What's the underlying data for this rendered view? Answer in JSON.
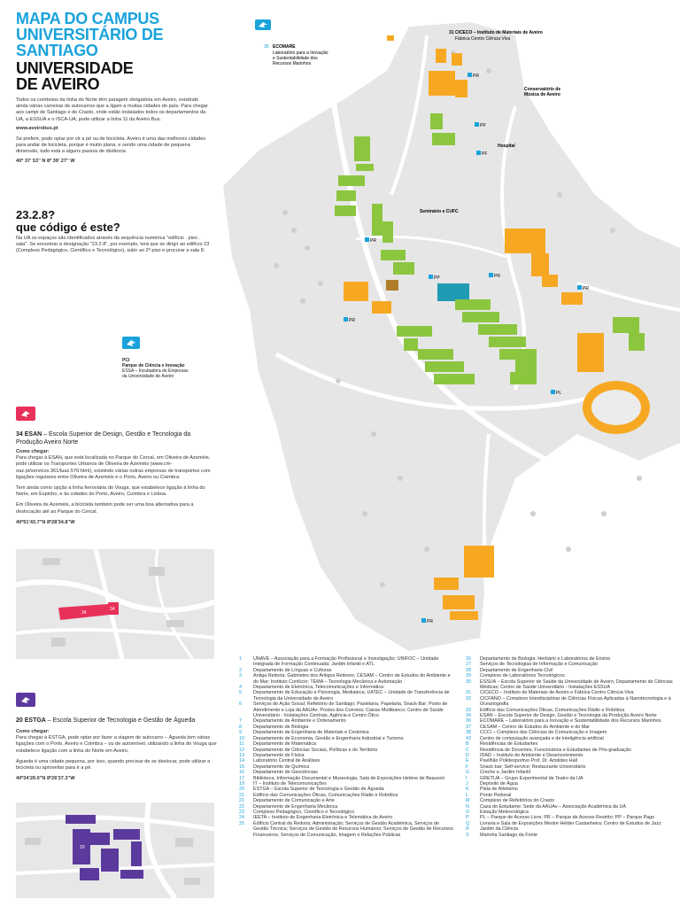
{
  "header": {
    "title_line1": "MAPA DO CAMPUS",
    "title_line2": "UNIVERSITÁRIO DE",
    "title_line3": "SANTIAGO",
    "title_line4": "UNIVERSIDADE",
    "title_line5": "DE AVEIRO"
  },
  "intro": {
    "p1": "Todos os comboios da linha do Norte têm paragem obrigatória em Aveiro, existindo ainda várias carreiras de autocarros que a ligam a muitas cidades do país. Para chegar aos campi de Santiago e do Crasto, onde estão instalados todos os departamentos da UA, a ESSUA e o ISCA-UA, pode utilizar a linha 11 da Aveiro Bus.",
    "link": "www.aveirobus.pt",
    "p2": "Se preferir, pode optar por vir a pé ou de bicicleta. Aveiro é uma das melhores cidades para andar de bicicleta, porque é muito plana, e sendo uma cidade de pequena dimensão, tudo está a alguns passos de distância.",
    "coords": "40º 37' 53'' N 8º 39' 27'' W"
  },
  "code": {
    "title_line1": "23.2.8?",
    "title_line2": "que código é este?",
    "text": "Na UA os espaços são identificados através da sequência numérica \"edifício . piso . sala\". Se encontrar a designação \"23.2.8\", por exemplo, terá que se dirigir ao edifício 23 (Complexo Pedagógico, Científico e Tecnológico), subir ao 2º piso e procurar a sala 8."
  },
  "esan": {
    "heading_num": "34 ESAN",
    "heading_text": " – Escola Superior de Design, Gestão e Tecnologia da Produção Aveiro Norte",
    "how_title": "Como chegar:",
    "p1": "Para chegar à ESAN, que está localizada no Parque do Cercal, em Oliveira de Azeméis, pode utilizar os Transportes Urbanos de Oliveira de Azeméis (www.cm-oaz.pt/servicos.361/tuaz.570.html), existindo várias outras empresas de transportes com ligações regulares entre Oliveira de Azeméis e o Porto, Aveiro ou Coimbra.",
    "p2": "Tem ainda como opção a linha ferroviária do Vouga, que estabelece ligação à linha do Norte, em Espinho, e às cidades do Porto, Aveiro, Coimbra e Lisboa.",
    "p3": "Em Oliveira de Azeméis, a bicicleta também pode ser uma boa alternativa para a deslocação até ao Parque do Cercal.",
    "coords": "40º51'43.7\"N 8º28'34.8\"W",
    "map_labels": [
      "34",
      "34"
    ]
  },
  "estga": {
    "heading_num": "20 ESTGA",
    "heading_text": " – Escola Superior de Tecnologia e Gestão de Águeda",
    "how_title": "Como chegar:",
    "p1": "Para chegar à ESTGA, pode optar por fazer a viagem de autocarro – Águeda tem várias ligações com o Porto, Aveiro e Coimbra – ou de automóvel, utilizando a linha do Vouga que estabelece ligação com a linha do Norte em Aveiro.",
    "p2": "Águeda é uma cidade pequena, por isso, quando precisar de se deslocar, pode utilizar a bicicleta ou aproveitar para ir a pé.",
    "coords": "40º34'29.0\"N 8º26'37.3\"W",
    "map_label": "20"
  },
  "map_labels": {
    "cicfano": "31  CICECO – Instituto de Materiais de Aveiro",
    "cicfano2": "Fábrica Centro Ciência Viva",
    "ecomare_num": "36",
    "ecomare": "ECOMARE",
    "ecomare_sub1": "Laboratório para a Inovação",
    "ecomare_sub2": "e Sustentabilidade dos",
    "ecomare_sub3": "Recursos Marinhos",
    "conservatorio1": "Conservatório de",
    "conservatorio2": "Música de Aveiro",
    "hospital": "Hospital",
    "seminario": "Seminário e CUFC",
    "pci": "PCI",
    "pci_sub1": "Parque de Ciência e Inovação",
    "pci_sub2": "ESSA – Incubadora de Empresas",
    "pci_sub3": "da Universidade de Aveiro",
    "pr": "PR",
    "pp": "PP",
    "pf": "PF",
    "pl": "PL"
  },
  "legend_left": [
    {
      "n": "1",
      "t": "UNAVE – Associação para a Formação Profissional e Investigação; UNIFOC – Unidade Integrada de Formação Continuada; Jardim Infantil e ATL"
    },
    {
      "n": "2",
      "t": "Departamento de Línguas e Culturas"
    },
    {
      "n": "3",
      "t": "Antiga Reitoria: Gabinetes dos Antigos Reitores; CESAM – Centro de Estudos do Ambiente e do Mar; Instituto Confúcio; TEMA – Tecnologia Mecânica e Automação"
    },
    {
      "n": "4",
      "t": "Departamento de Eletrónica, Telecomunicações e Informática"
    },
    {
      "n": "5",
      "t": "Departamento de Educação e Psicologia, Mediateca; UATEC – Unidade de Transferência de Tecnologia da Universidade de Aveiro"
    },
    {
      "n": "6",
      "t": "Serviços de Ação Social; Refeitório de Santiago; Pastelaria, Papelaria, Snack-Bar; Posto de Atendimento e Loja da AAUAv; Postos dos Correios; Caixas Multibanco; Centro de Saúde Universitário - Instalações Centrais, Agência e Centro Ótico"
    },
    {
      "n": "7",
      "t": "Departamento de Ambiente e Ordenamento"
    },
    {
      "n": "8",
      "t": "Departamento de Biologia"
    },
    {
      "n": "9",
      "t": "Departamento de Engenharia de Materiais e Cerâmica"
    },
    {
      "n": "10",
      "t": "Departamento de Economia, Gestão e Engenharia Industrial e Turismo"
    },
    {
      "n": "11",
      "t": "Departamento de Matemática"
    },
    {
      "n": "12",
      "t": "Departamento de Ciências Sociais, Políticas e do Território"
    },
    {
      "n": "13",
      "t": "Departamento de Física"
    },
    {
      "n": "14",
      "t": "Laboratório Central de Análises"
    },
    {
      "n": "15",
      "t": "Departamento de Química"
    },
    {
      "n": "16",
      "t": "Departamento de Geociências"
    },
    {
      "n": "17",
      "t": "Biblioteca, Informação Documental e Museologia, Sala de Exposições Helène de Beauvoir"
    },
    {
      "n": "19",
      "t": "IT – Instituto de Telecomunicações"
    },
    {
      "n": "20",
      "t": "ESTGA – Escola Superior de Tecnologia e Gestão de Águeda"
    },
    {
      "n": "21",
      "t": "Edifício das Comunicações Óticas, Comunicações Rádio e Robótica"
    },
    {
      "n": "21",
      "t": "Departamento de Comunicação e Arte"
    },
    {
      "n": "22",
      "t": "Departamento de Engenharia Mecânica"
    },
    {
      "n": "23",
      "t": "Complexo Pedagógico, Científico e Tecnológico"
    },
    {
      "n": "24",
      "t": "IEETA – Instituto de Engenharia Eletrónica e Telemática de Aveiro"
    },
    {
      "n": "25",
      "t": "Edifício Central da Reitoria; Administração; Serviços de Gestão Académica, Serviços de Gestão Técnica; Serviços de Gestão de Recursos Humanos; Serviços de Gestão de Recursos Financeiros; Serviços de Comunicação, Imagem e Relações Públicas"
    }
  ],
  "legend_right": [
    {
      "n": "26",
      "t": "Departamento de Biologia: Herbário e Laboratórios de Ensino"
    },
    {
      "n": "27",
      "t": "Serviços de Tecnologias de Informação e Comunicação"
    },
    {
      "n": "28",
      "t": "Departamento de Engenharia Civil"
    },
    {
      "n": "29",
      "t": "Complexo de Laboratórios Tecnológicos"
    },
    {
      "n": "30",
      "t": "ESSUA – Escola Superior de Saúde da Universidade de Aveiro; Departamento de Ciências Médicas; Centro de Saúde Universitário - Instalações ESSUA"
    },
    {
      "n": "31",
      "t": "CICECO – Instituto de Materiais de Aveiro e Fábrica Centro Ciência Viva"
    },
    {
      "n": "32",
      "t": "CICFANO – Complexo Interdisciplinar de Ciências Físicas Aplicadas à Nanotecnologia e à Oceanografia"
    },
    {
      "n": "33",
      "t": "Edifício das Comunicações Óticas, Comunicações Rádio e Robótica"
    },
    {
      "n": "34",
      "t": "ESAN – Escola Superior de Design, Gestão e Tecnologia da Produção Aveiro Norte"
    },
    {
      "n": "36",
      "t": "ECOMARE – Laboratório para a Inovação e Sustentabilidade dos Recursos Marinhos"
    },
    {
      "n": "37",
      "t": "CESAM – Centro de Estudos do Ambiente e do Mar"
    },
    {
      "n": "38",
      "t": "CCCI – Complexo das Ciências de Comunicação e Imagem"
    },
    {
      "n": "43",
      "t": "Centro de computação avançada e de inteligência artificial"
    },
    {
      "n": "B",
      "t": "Residências de Estudantes"
    },
    {
      "n": "C",
      "t": "Residência de Docentes, Funcionários e Estudantes de Pós-graduação"
    },
    {
      "n": "D",
      "t": "IDAD – Instituto do Ambiente e Desenvolvimento"
    },
    {
      "n": "E",
      "t": "Pavilhão Polidesportivo Prof. Dr. Aristides Hall"
    },
    {
      "n": "F",
      "t": "Snack-bar; Self-service; Restaurante Universitário"
    },
    {
      "n": "G",
      "t": "Creche e Jardim Infantil"
    },
    {
      "n": "I",
      "t": "GRETUA – Grupo Experimental de Teatro da UA"
    },
    {
      "n": "J",
      "t": "Depósito de Água"
    },
    {
      "n": "K",
      "t": "Pista de Atletismo"
    },
    {
      "n": "L",
      "t": "Ponte Pedonal"
    },
    {
      "n": "M",
      "t": "Complexo de Refeitórios do Crasto"
    },
    {
      "n": "N",
      "t": "Casa do Estudante: Sede da AAUAv – Associação Académica da UA"
    },
    {
      "n": "O",
      "t": "Estação Meteorológica"
    },
    {
      "n": "P",
      "t": "PL – Parque de Acesso Livre; PR – Parque de Acesso Restrito; PP – Parque Pago"
    },
    {
      "n": "Q",
      "t": "Livraria e Sala de Exposições Mestre Hélder Castanheira; Centro de Estudos de Jazz"
    },
    {
      "n": "R",
      "t": "Jardim da Ciência"
    },
    {
      "n": "S",
      "t": "Marinha Santiago da Fonte"
    }
  ],
  "colors": {
    "accent_blue": "#1aa3db",
    "building_green": "#8cc63f",
    "building_orange": "#f7a823",
    "building_teal": "#1f9bb4",
    "esan_red": "#e8315a",
    "estga_purple": "#5b3a9e",
    "map_gray": "#e6e6e7"
  }
}
